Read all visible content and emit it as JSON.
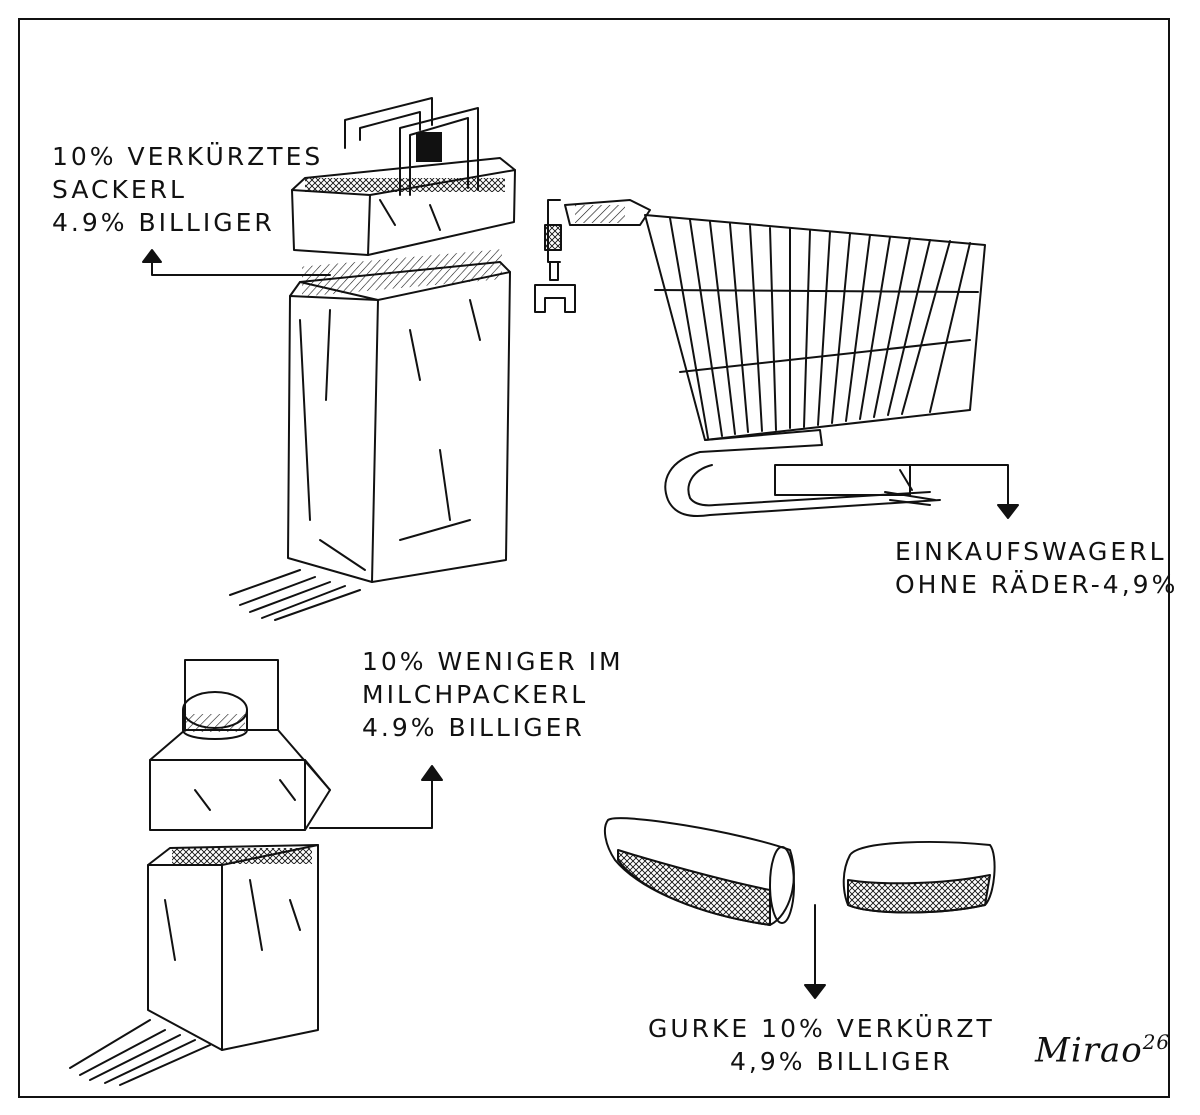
{
  "captions": {
    "bag": {
      "line1": "10% VERKÜRZTES",
      "line2": "SACKERL",
      "line3": "4.9% BILLIGER"
    },
    "cart": {
      "line1": "EINKAUFSWAGERL",
      "line2": "OHNE RÄDER-4,9%"
    },
    "milk": {
      "line1": "10% WENIGER IM",
      "line2": "MILCHPACKERL",
      "line3": "4.9% BILLIGER"
    },
    "cucumber": {
      "line1": "GURKE 10% VERKÜRZT",
      "line2": "4,9% BILLIGER"
    }
  },
  "signature": {
    "name": "Mirao",
    "number": "26"
  }
}
